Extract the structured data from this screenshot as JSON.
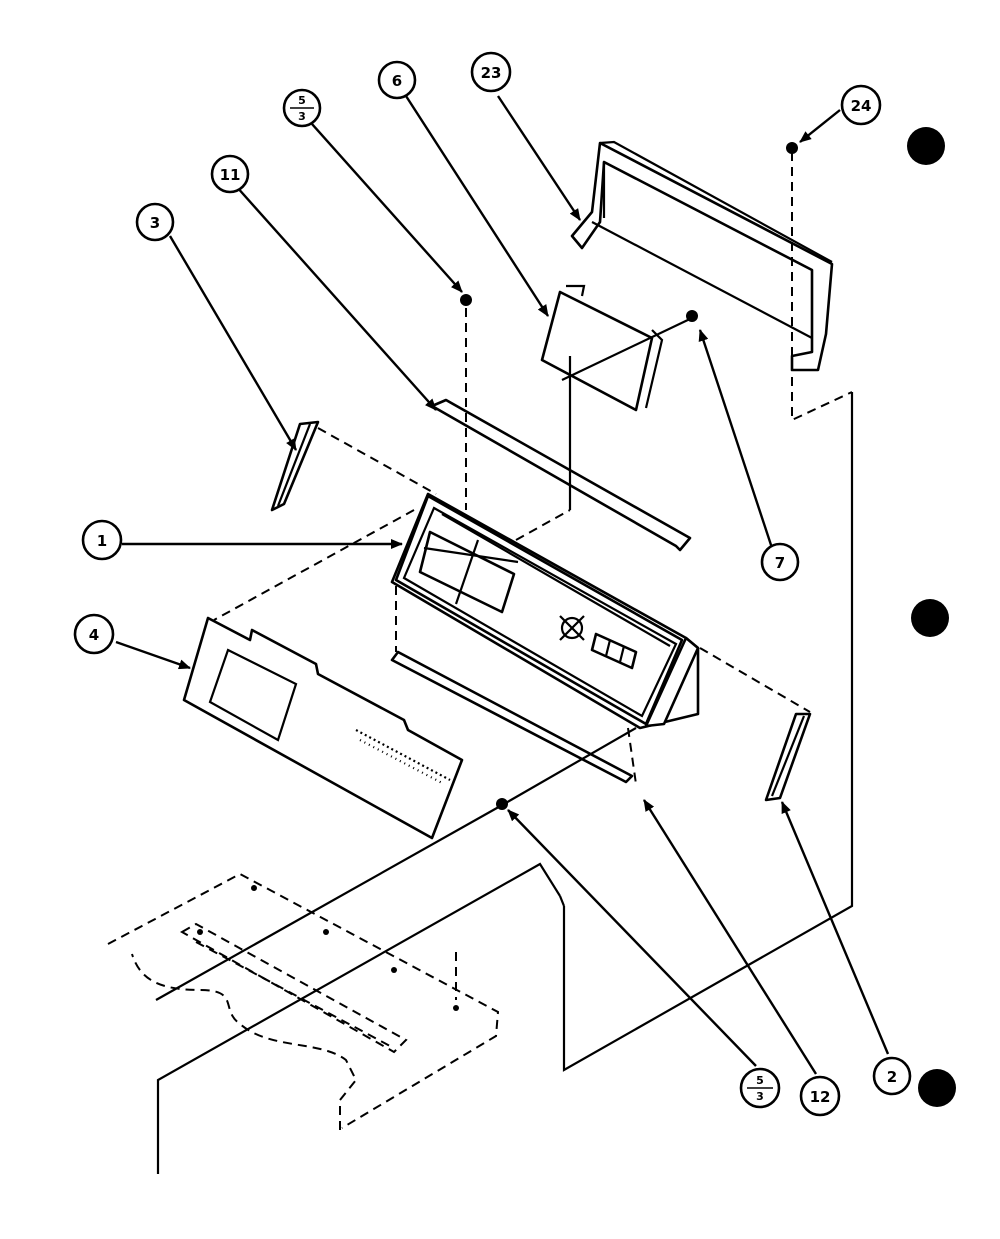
{
  "diagram": {
    "callouts": {
      "c1": "1",
      "c2": "2",
      "c3": "3",
      "c4": "4",
      "c6": "6",
      "c7": "7",
      "c11": "11",
      "c12": "12",
      "c23": "23",
      "c24": "24",
      "c53a_top": "5",
      "c53a_bottom": "3",
      "c53b_top": "5",
      "c53b_bottom": "3"
    }
  }
}
